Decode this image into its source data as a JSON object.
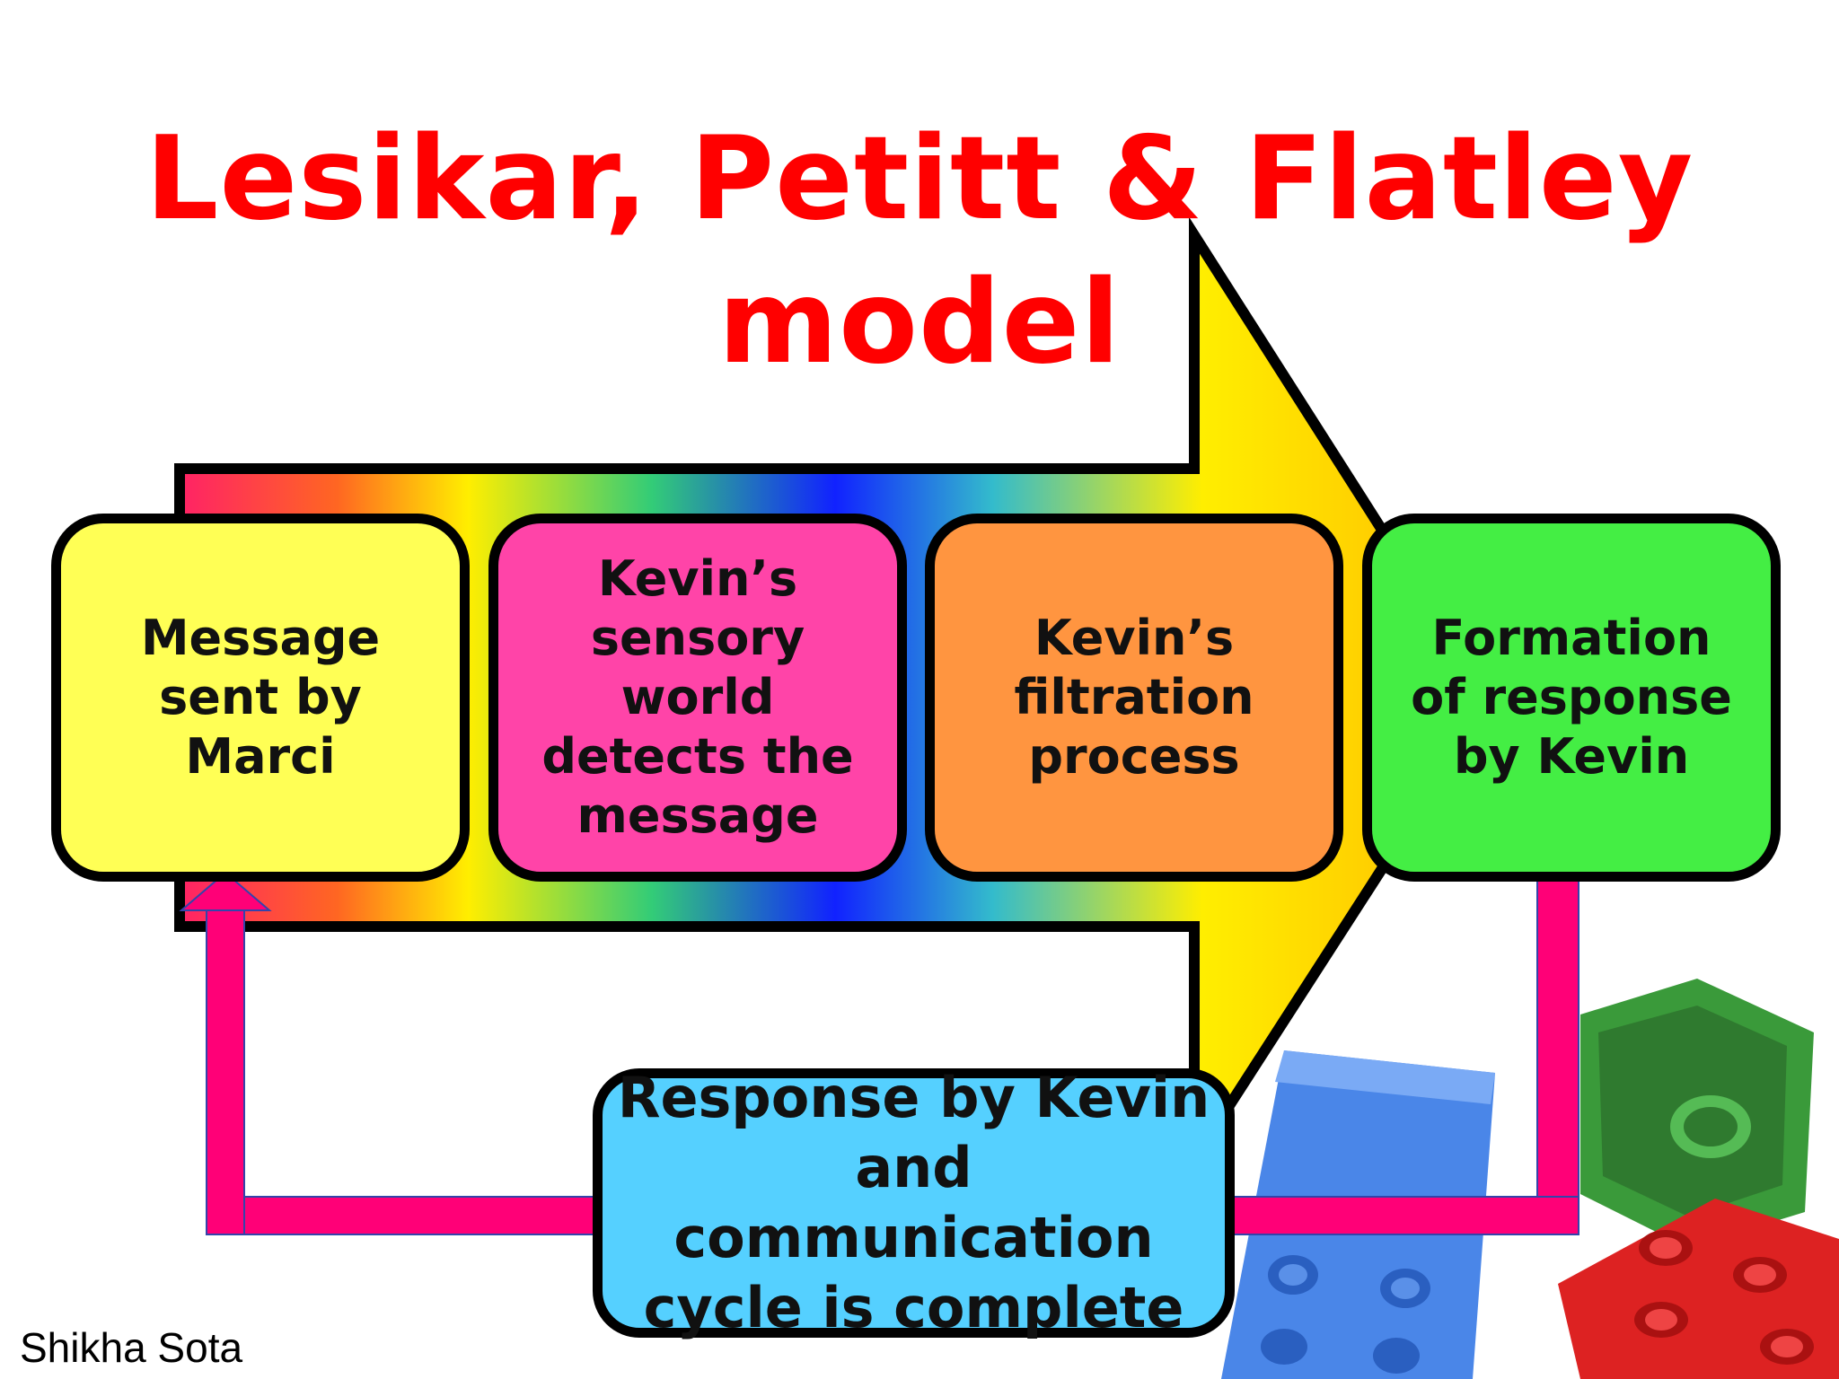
{
  "title": "Lesikar, Petitt & Flatley model",
  "steps": [
    {
      "label": "Message\nsent by\nMarci",
      "color": "#ffff55"
    },
    {
      "label": "Kevin’s\nsensory\nworld\ndetects the\nmessage",
      "color": "#ff44a8"
    },
    {
      "label": "Kevin’s\nfiltration\nprocess",
      "color": "#ff9540"
    },
    {
      "label": "Formation\nof response\nby Kevin",
      "color": "#44ee44"
    }
  ],
  "response": {
    "label": "Response by Kevin\nand communication\ncycle is complete",
    "color": "#55d0ff"
  },
  "credit": "Shikha Sota",
  "colors": {
    "title": "#ff0000",
    "feedback_arrow": "#ff0077",
    "arrow_gradient": [
      "#ff2266",
      "#ffee00",
      "#2233ff",
      "#ffee00",
      "#ffcc00"
    ]
  },
  "icons": {
    "decoration": "toy-building-blocks"
  }
}
